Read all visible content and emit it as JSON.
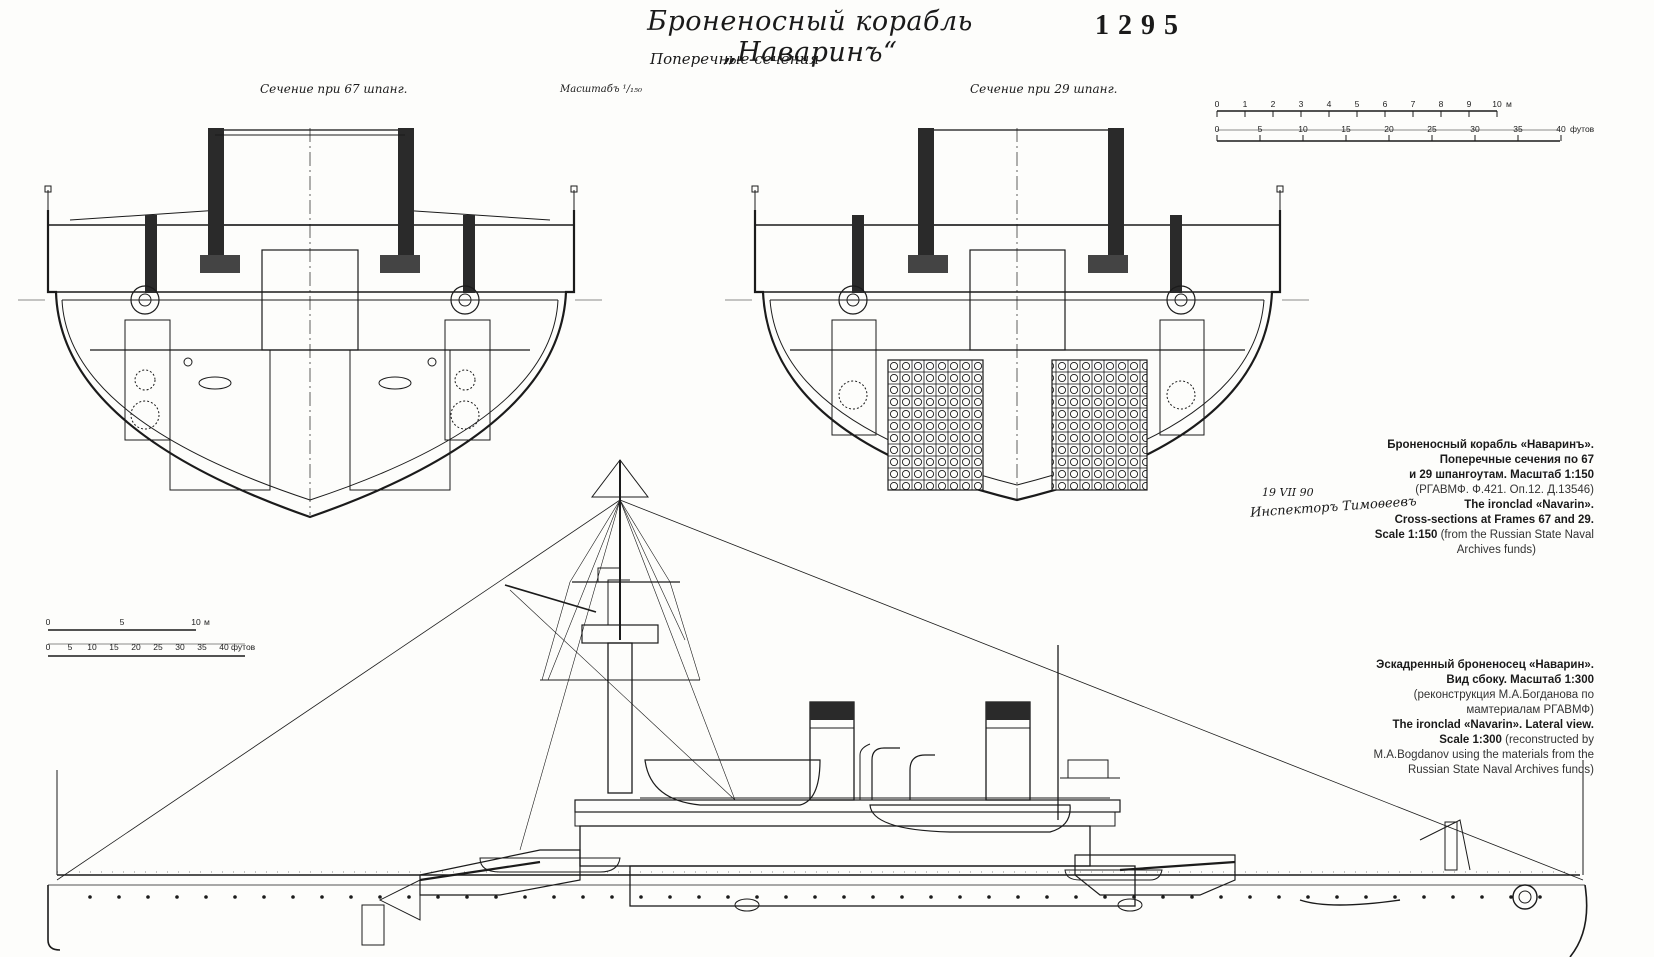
{
  "header": {
    "title_handwritten": "Броненосный корабль „Наваринъ“",
    "sheet_number": "1295",
    "subtitle_handwritten": "Поперечные сечения"
  },
  "sections": {
    "left_label": "Сечение при 67 шпанг.",
    "right_label": "Сечение при 29 шпанг.",
    "scale_note": "Масштабъ ¹/₁₅₀"
  },
  "signature": {
    "date": "19 VII 90",
    "text": "Инспекторъ Тимоѳеевъ"
  },
  "scale_top": {
    "meters": [
      "0",
      "1",
      "2",
      "3",
      "4",
      "5",
      "6",
      "7",
      "8",
      "9",
      "10"
    ],
    "meters_unit": "м",
    "feet": [
      "0",
      "5",
      "10",
      "15",
      "20",
      "25",
      "30",
      "35",
      "40"
    ],
    "feet_unit": "футов"
  },
  "scale_side": {
    "meters": [
      "0",
      "5",
      "10"
    ],
    "meters_unit": "м",
    "feet": [
      "0",
      "5",
      "10",
      "15",
      "20",
      "25",
      "30",
      "35",
      "40"
    ],
    "feet_unit": "футов"
  },
  "caption_sections": {
    "ru_bold_1": "Броненосный корабль «Наваринъ».",
    "ru_bold_2": "Поперечные сечения по 67",
    "ru_bold_3": "и 29 шпангоутам. Масштаб 1:150",
    "ru_source": "(РГАВМФ. Ф.421. Оп.12. Д.13546)",
    "en_bold_1": "The ironclad «Navarin».",
    "en_bold_2": "Cross-sections at Frames 67 and 29.",
    "en_bold_3": "Scale 1:150",
    "en_source_1": "(from the Russian State Naval",
    "en_source_2": "Archives funds)"
  },
  "caption_side": {
    "ru_bold_1": "Эскадренный броненосец «Наварин».",
    "ru_bold_2": "Вид сбоку. Масштаб 1:300",
    "ru_note_1": "(реконструкция М.А.Богданова по",
    "ru_note_2": "мамтериалам РГАВМФ)",
    "en_bold_1": "The ironclad «Navarin». Lateral view.",
    "en_bold_2": "Scale 1:300",
    "en_note_1": "(reconstructed by",
    "en_note_2": "M.A.Bogdanov using the materials from the",
    "en_note_3": "Russian State Naval Archives funds)"
  }
}
